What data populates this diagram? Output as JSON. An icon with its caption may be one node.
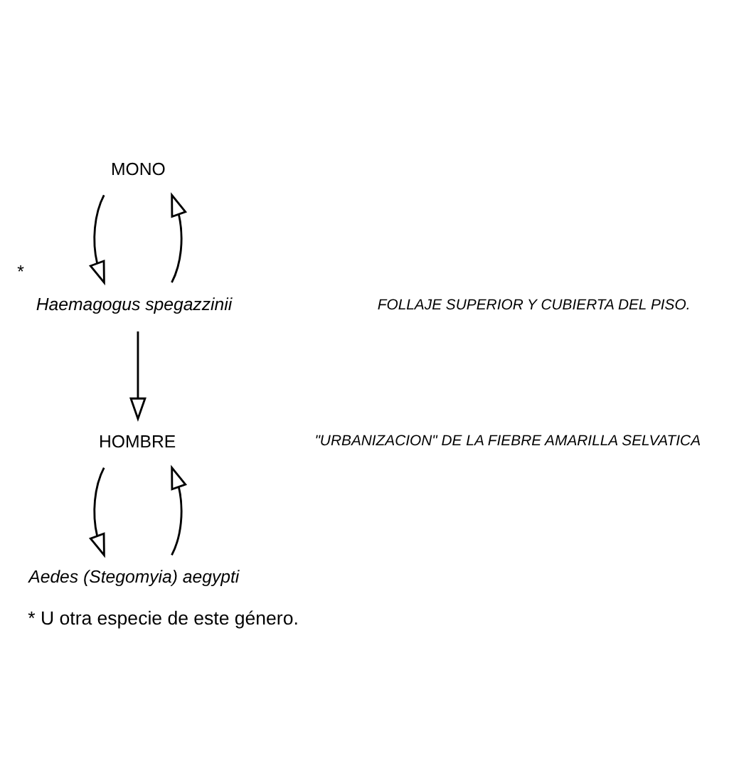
{
  "diagram": {
    "caption": "* U otra especie de este género.",
    "nodes": [
      {
        "text": [
          "MONO"
        ]
      },
      {
        "text": [
          "Haemagogus spegazzinii"
        ],
        "beside": [
          "*"
        ]
      },
      {
        "text": [
          "HOMBRE"
        ]
      },
      {
        "text": [
          "Aedes (Stegomyia) aegypti"
        ]
      }
    ],
    "edges": [
      {
        "from": 0,
        "to": 1,
        "arrow": "to"
      },
      {
        "from": 1,
        "to": 0,
        "arrow": "to"
      },
      {
        "from": 1,
        "to": 2,
        "arrow": "to"
      },
      {
        "from": 2,
        "to": 3,
        "arrow": "to"
      },
      {
        "from": 3,
        "to": 2,
        "arrow": "to"
      }
    ],
    "labels": [
      "FOLLAJE SUPERIOR Y CUBIERTA DEL PISO.",
      "\"URBANIZACION\" DE LA FIEBRE AMARILLA SELVATICA"
    ]
  }
}
